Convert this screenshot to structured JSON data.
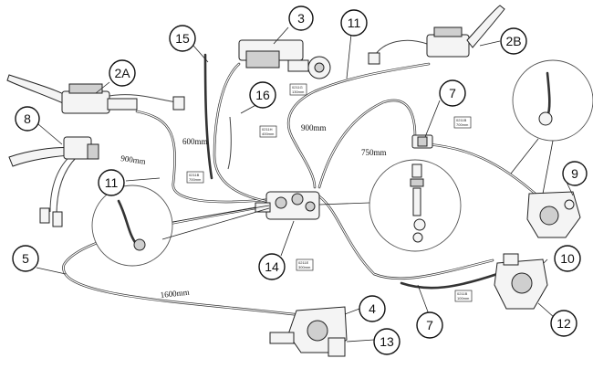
{
  "callouts": [
    "2A",
    "8",
    "11",
    "5",
    "15",
    "16",
    "3",
    "11",
    "2B",
    "7",
    "9",
    "10",
    "12",
    "7",
    "4",
    "13",
    "14"
  ],
  "length_labels": [
    "900mm",
    "600mm",
    "900mm",
    "750mm",
    "1600mm"
  ],
  "tags": [
    [
      "0211B",
      "700mm"
    ],
    [
      "0211H",
      "400mm"
    ],
    [
      "0211G",
      "130mm"
    ],
    [
      "0211B",
      "700mm"
    ],
    [
      "0211E",
      "300mm"
    ],
    [
      "0211B",
      "100mm"
    ]
  ],
  "colors": {
    "line": "#222222",
    "background": "#ffffff"
  }
}
